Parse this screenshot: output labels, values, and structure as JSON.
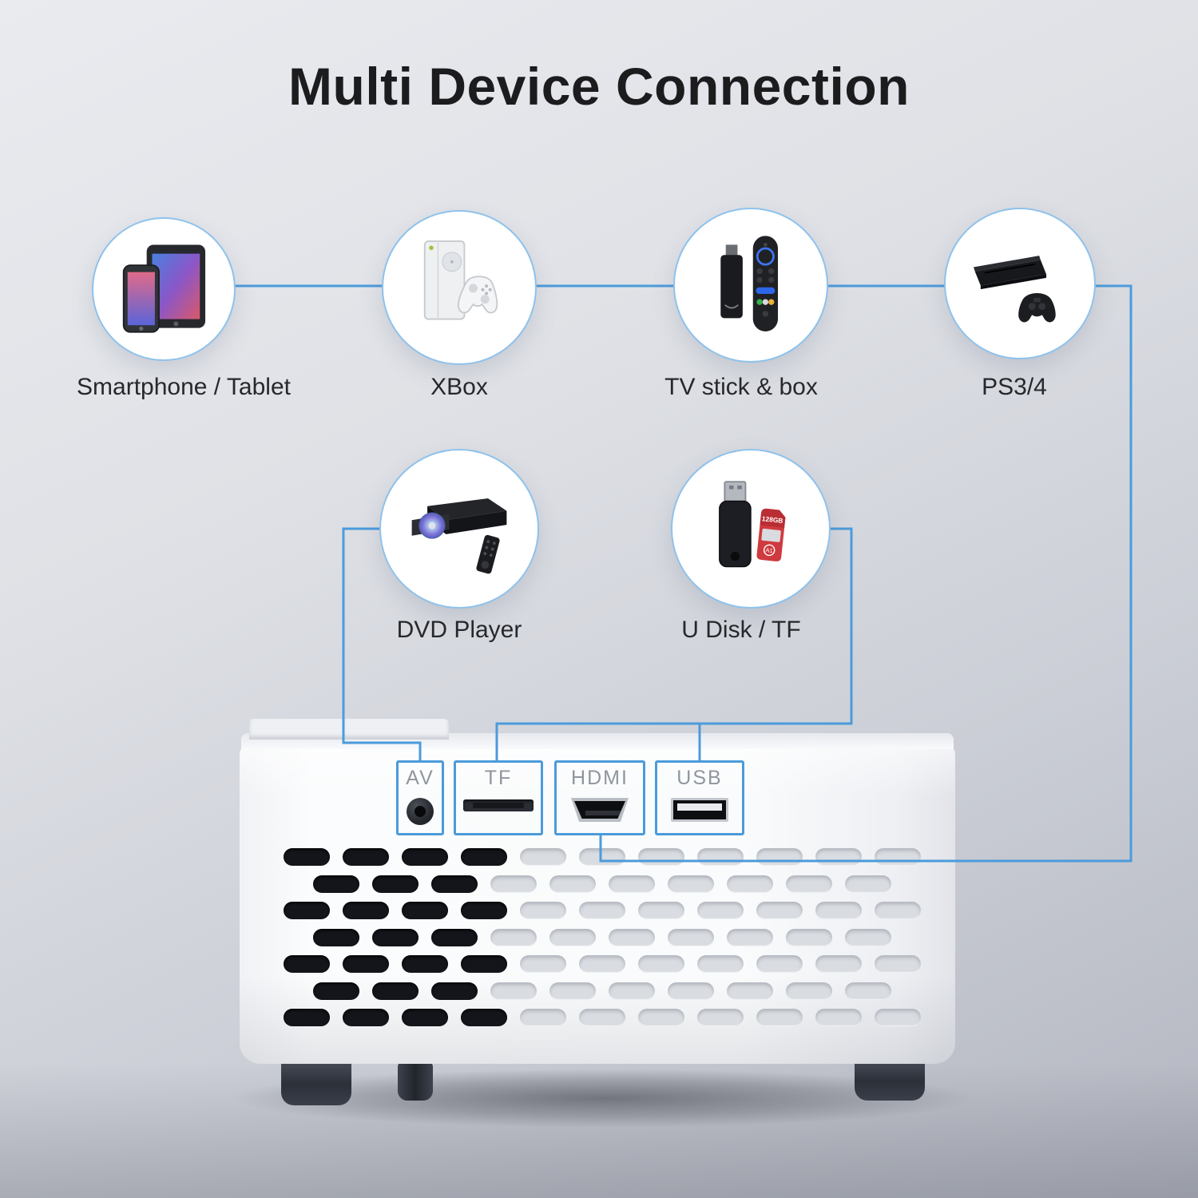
{
  "title": "Multi Device Connection",
  "devices": [
    {
      "label": "Smartphone / Tablet"
    },
    {
      "label": "XBox"
    },
    {
      "label": "TV stick & box"
    },
    {
      "label": "PS3/4"
    },
    {
      "label": "DVD Player"
    },
    {
      "label": "U Disk / TF"
    }
  ],
  "ports": [
    {
      "label": "AV"
    },
    {
      "label": "TF"
    },
    {
      "label": "HDMI"
    },
    {
      "label": "USB"
    }
  ],
  "sd_card": {
    "capacity": "128GB",
    "rating": "A1"
  },
  "colors": {
    "connector_line": "#4b9bdb",
    "circle_border": "#8ec2ec",
    "title_text": "#1c1c1e",
    "label_text": "#26282b",
    "port_label_text": "#8f969e"
  }
}
